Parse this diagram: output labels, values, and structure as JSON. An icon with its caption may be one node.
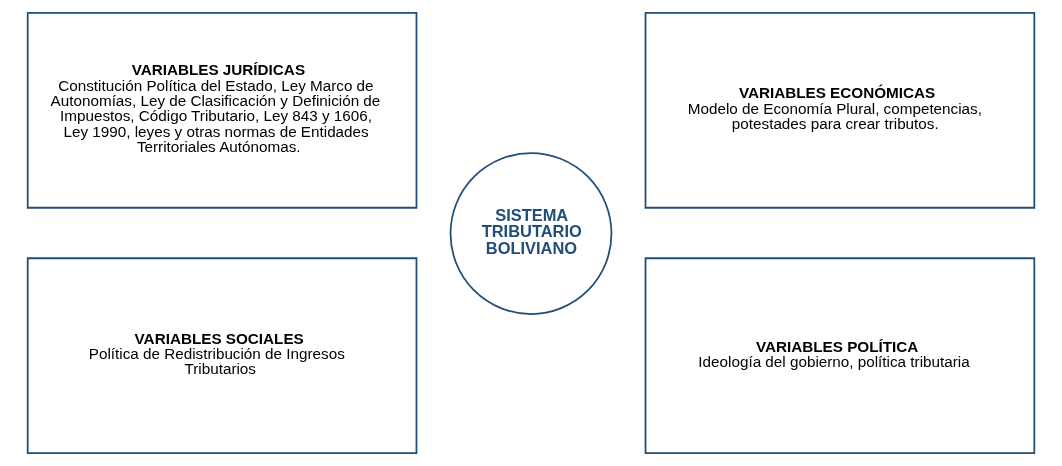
{
  "diagram": {
    "nodes": [
      {
        "text": [
          "VARIABLES JURÍDICAS",
          "Constitución Política del Estado, Ley Marco de Autonomías, Ley de Clasificación y Definición de Impuestos, Código Tributario, Ley 843 y 1606, Ley 1990, leyes y otras normas de Entidades Territoriales Autónomas."
        ]
      },
      {
        "text": [
          "VARIABLES ECONÓMICAS",
          "Modelo de Economía Plural, competencias, potestades para crear tributos."
        ]
      },
      {
        "text": [
          "SISTEMA TRIBUTARIO BOLIVIANO"
        ]
      },
      {
        "text": [
          "VARIABLES SOCIALES",
          "Política de Redistribución de Ingresos Tributarios"
        ]
      },
      {
        "text": [
          "VARIABLES POLÍTICA",
          "Ideología del gobierno, política tributaria"
        ]
      }
    ]
  }
}
